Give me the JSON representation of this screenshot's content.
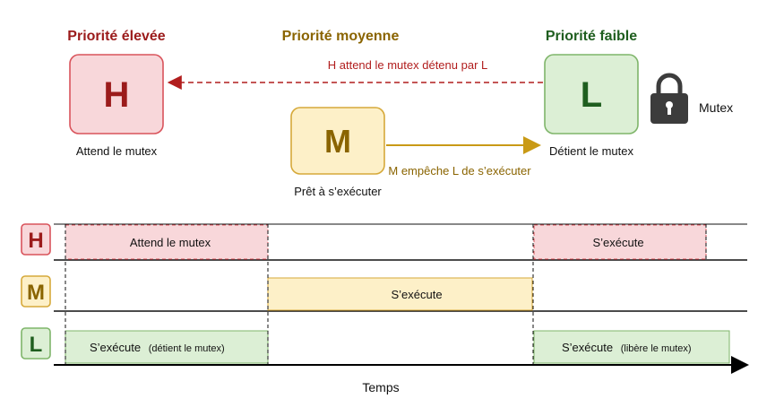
{
  "colors": {
    "high": "#9b1b1b",
    "high_fill": "#f8d7da",
    "high_stroke": "#d9535b",
    "medium": "#8a6400",
    "medium_fill": "#fdf0c8",
    "medium_stroke": "#d6a93a",
    "low": "#1f5e1f",
    "low_fill": "#dcefd5",
    "low_stroke": "#7fb56a",
    "arrow_dashed": "#b11d1d",
    "arrow_gold": "#c99a16",
    "lock": "#3c3c3c"
  },
  "top": {
    "high": {
      "heading": "Priorité élevée",
      "letter": "H",
      "caption": "Attend le mutex"
    },
    "medium": {
      "heading": "Priorité moyenne",
      "letter": "M",
      "caption": "Prêt à s’exécuter"
    },
    "low": {
      "heading": "Priorité faible",
      "letter": "L",
      "caption": "Détient le mutex"
    },
    "arrow_wait_label": "H attend le mutex détenu par L",
    "arrow_block_label": "M empêche L de s’exécuter",
    "mutex_label": "Mutex",
    "mutex_icon": "padlock-icon"
  },
  "timeline": {
    "lanes": [
      {
        "letter": "H"
      },
      {
        "letter": "M"
      },
      {
        "letter": "L"
      }
    ],
    "bars": {
      "h_wait": "Attend le mutex",
      "h_run": "S’exécute",
      "m_run": "S’exécute",
      "l_run_main": "S’exécute",
      "l_run_note": "(détient le mutex)",
      "l_end_main": "S’exécute",
      "l_end_note": "(libère le mutex)"
    },
    "axis_label": "Temps"
  }
}
